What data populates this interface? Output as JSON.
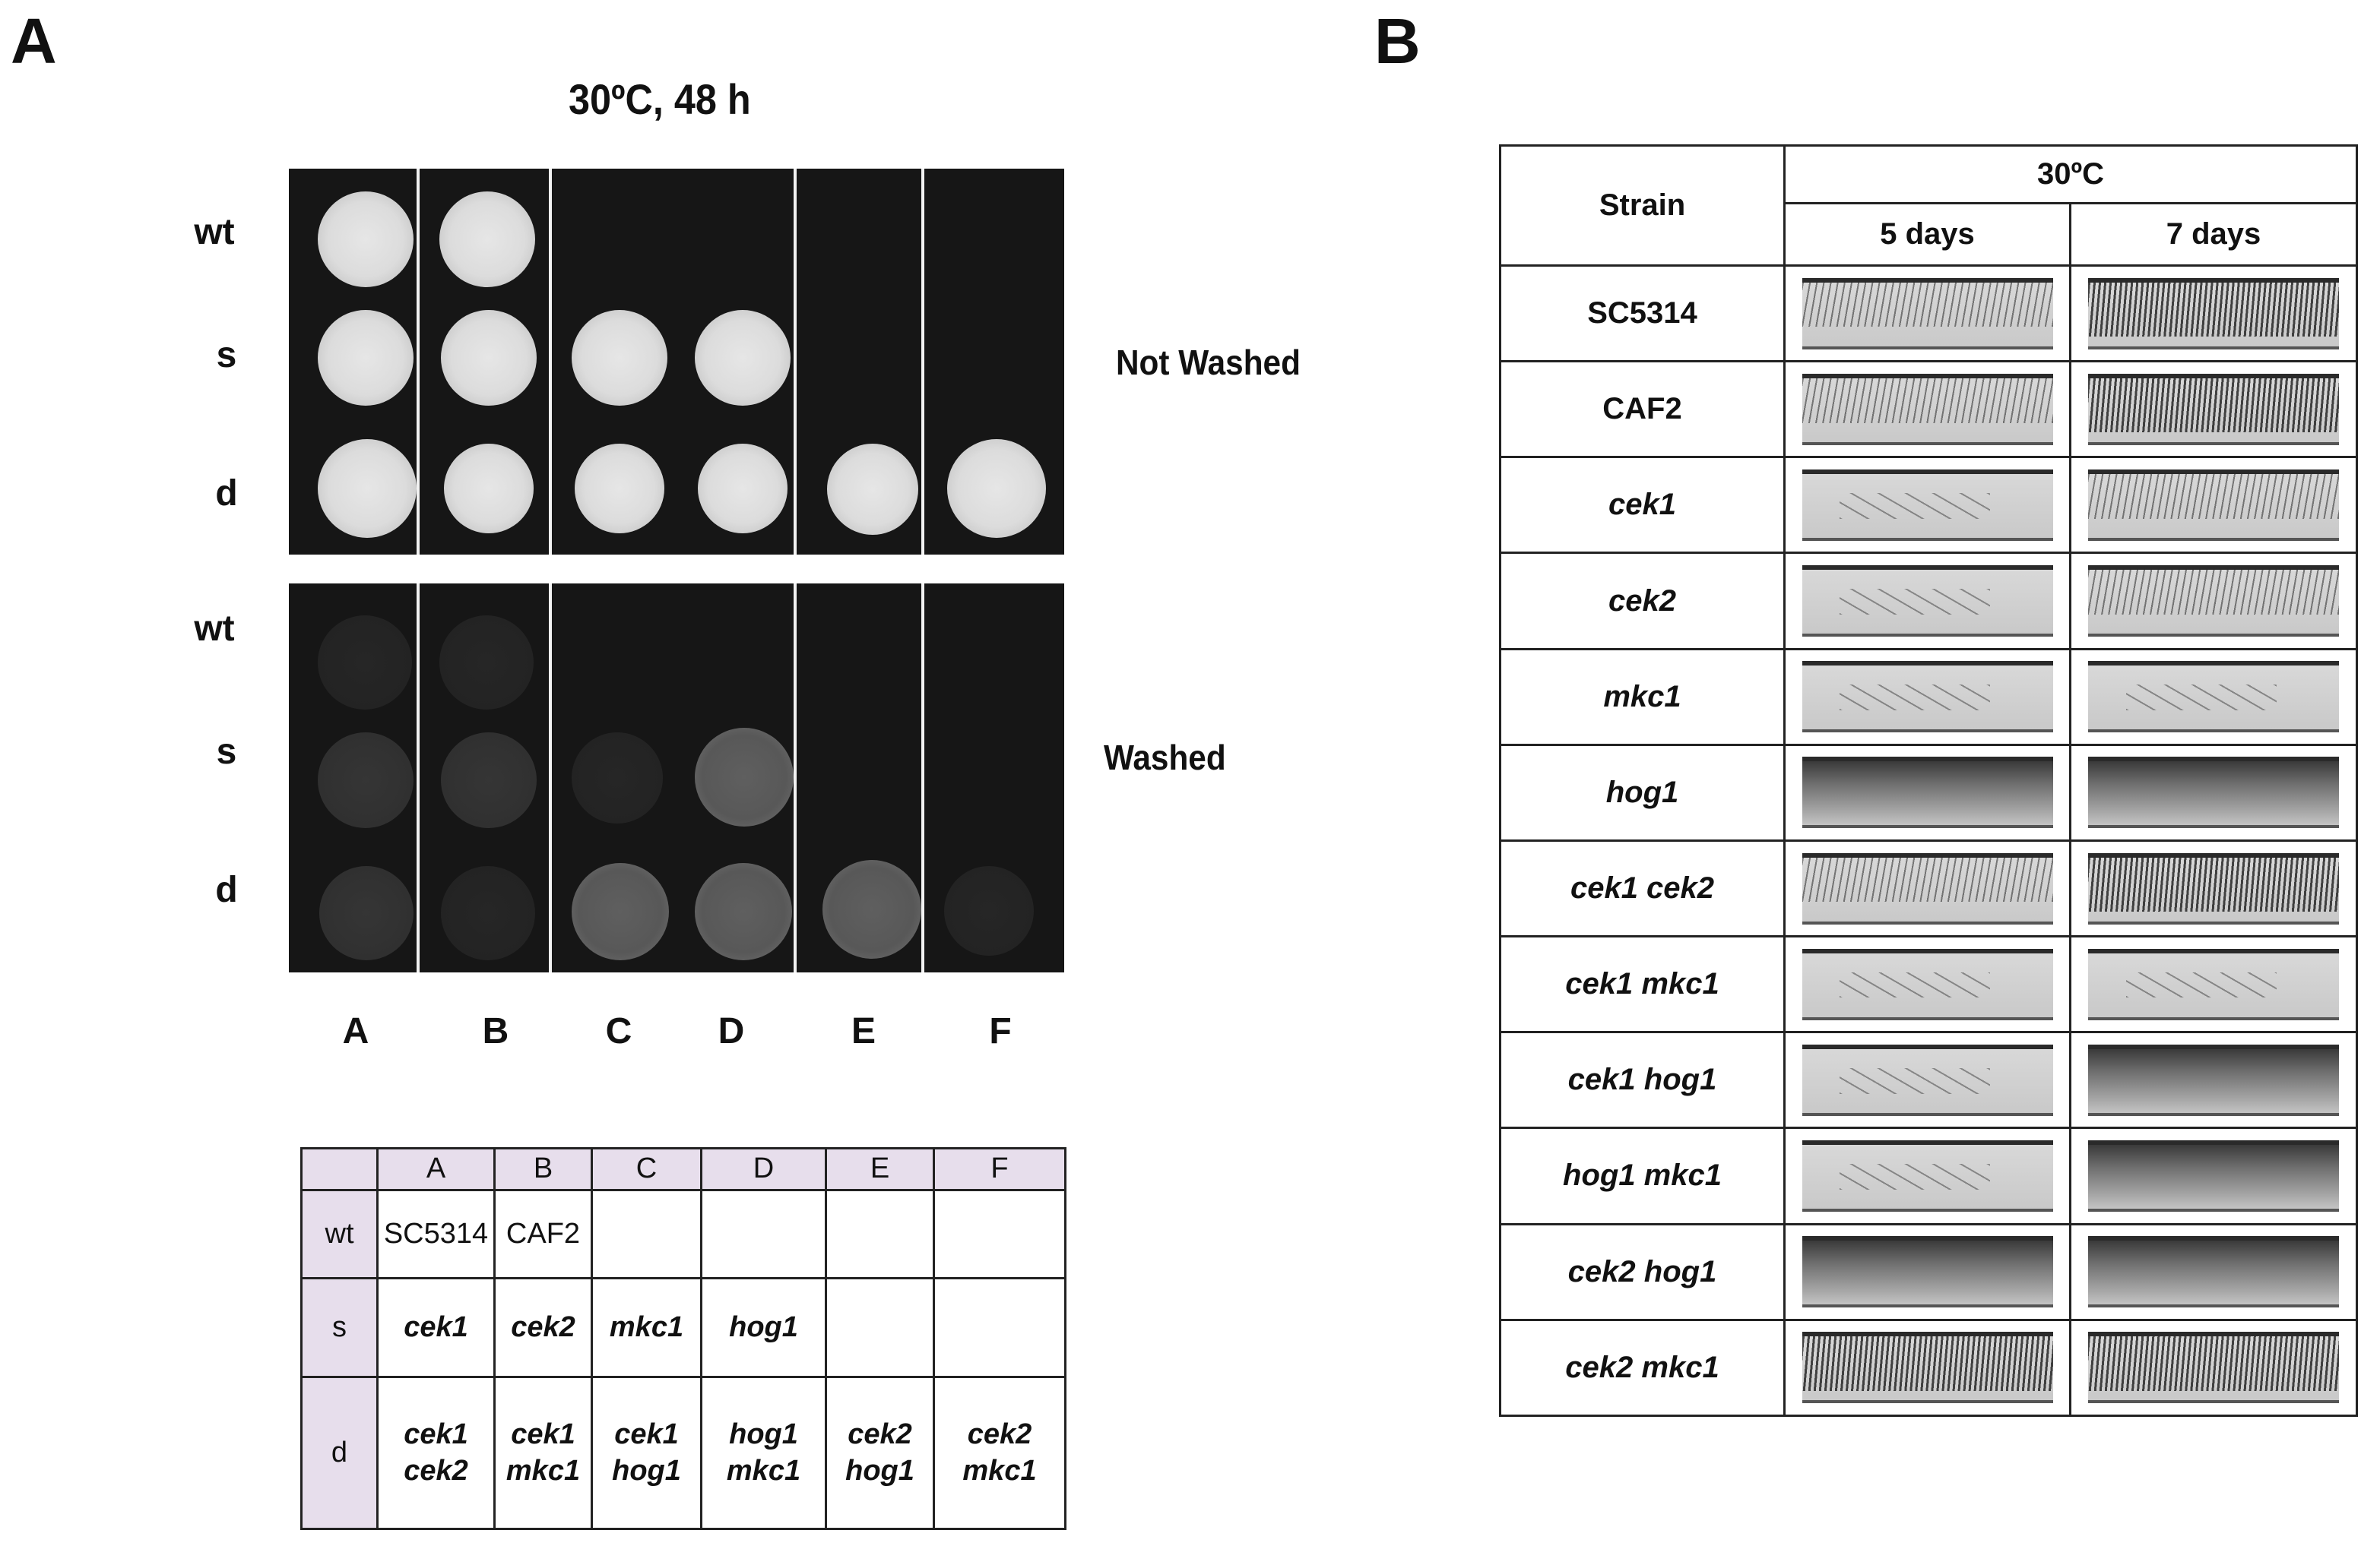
{
  "panel_a": {
    "letter": "A",
    "condition": "30ºC, 48 h",
    "row_labels_top": [
      "wt",
      "s",
      "d"
    ],
    "row_labels_bottom": [
      "wt",
      "s",
      "d"
    ],
    "side_label_top": "Not Washed",
    "side_label_bottom": "Washed",
    "column_labels": [
      "A",
      "B",
      "C",
      "D",
      "E",
      "F"
    ],
    "legend": {
      "headers": [
        "",
        "A",
        "B",
        "C",
        "D",
        "E",
        "F"
      ],
      "rows": [
        {
          "label": "wt",
          "cells": [
            "SC5314",
            "CAF2",
            "",
            "",
            "",
            ""
          ]
        },
        {
          "label": "s",
          "cells": [
            "cek1",
            "cek2",
            "mkc1",
            "hog1",
            "",
            ""
          ]
        },
        {
          "label": "d",
          "cells": [
            [
              "cek1",
              "cek2"
            ],
            [
              "cek1",
              "mkc1"
            ],
            [
              "cek1",
              "hog1"
            ],
            [
              "hog1",
              "mkc1"
            ],
            [
              "cek2",
              "hog1"
            ],
            [
              "cek2",
              "mkc1"
            ]
          ]
        }
      ]
    }
  },
  "panel_b": {
    "letter": "B",
    "header_strain": "Strain",
    "header_condition": "30ºC",
    "header_days": [
      "5 days",
      "7 days"
    ],
    "strains": [
      {
        "name": "SC5314",
        "italic": false
      },
      {
        "name": "CAF2",
        "italic": false
      },
      {
        "name": "cek1",
        "italic": true
      },
      {
        "name": "cek2",
        "italic": true
      },
      {
        "name": "mkc1",
        "italic": true
      },
      {
        "name": "hog1",
        "italic": true
      },
      {
        "name": "cek1 cek2",
        "italic": true
      },
      {
        "name": "cek1 mkc1",
        "italic": true
      },
      {
        "name": "cek1 hog1",
        "italic": true
      },
      {
        "name": "hog1 mkc1",
        "italic": true
      },
      {
        "name": "cek2 hog1",
        "italic": true
      },
      {
        "name": "cek2 mkc1",
        "italic": true
      }
    ]
  }
}
